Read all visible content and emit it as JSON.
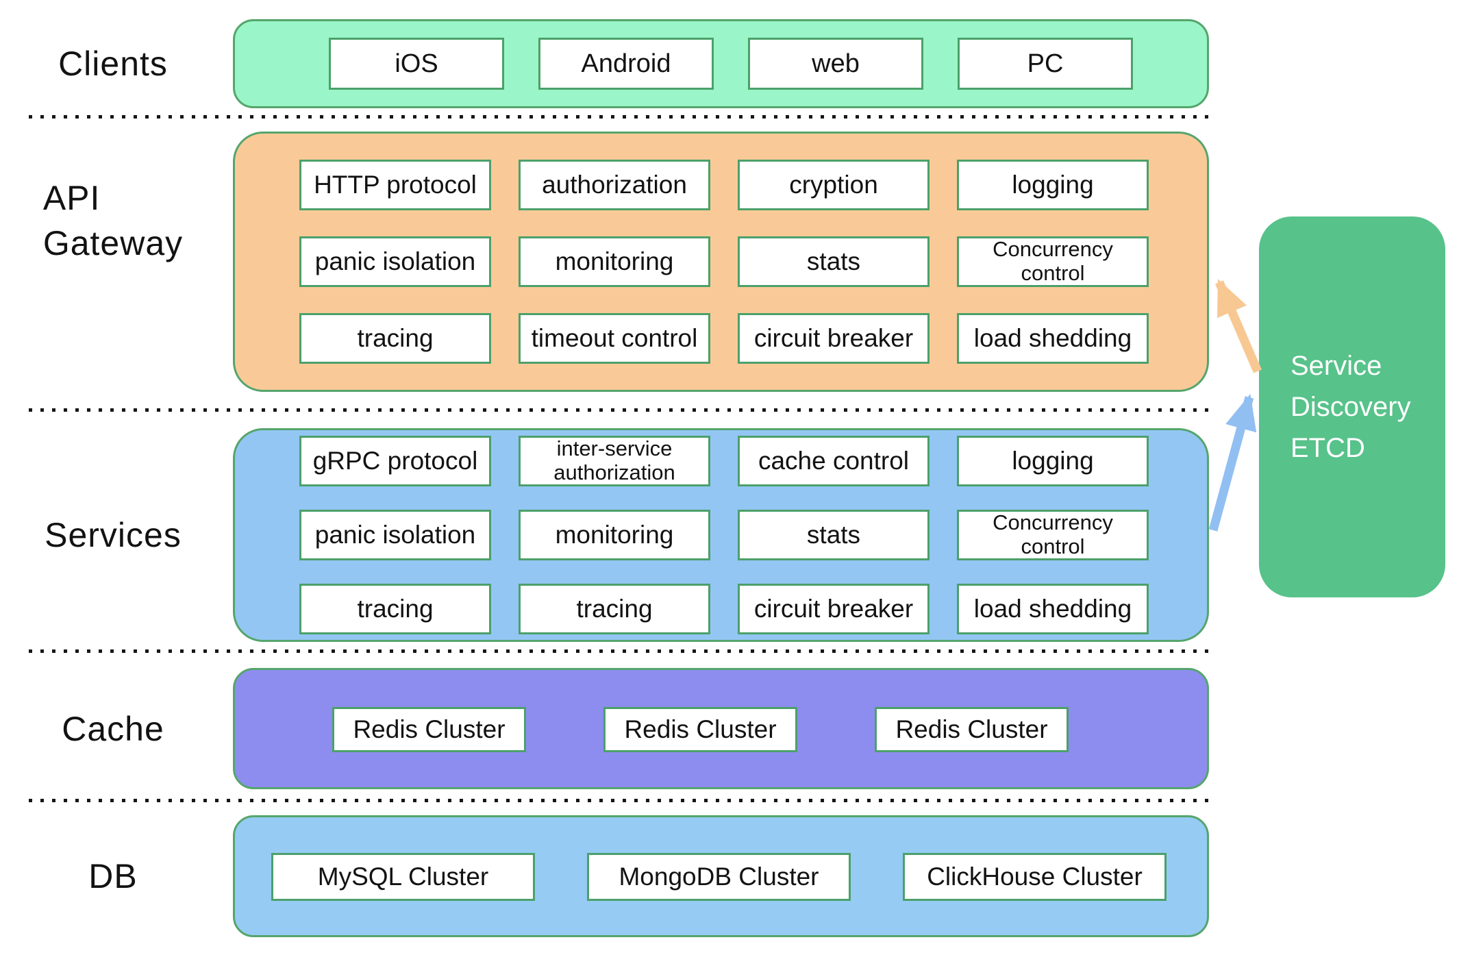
{
  "colors": {
    "clients_fill": "#9AF5C8",
    "api_fill": "#F9CA98",
    "services_fill": "#93C6F3",
    "cache_fill": "#8D8DEF",
    "db_fill": "#96CBF4",
    "etcd_fill": "#57C28A",
    "layer_border": "#55A56C",
    "module_border": "#4CA06A",
    "arrow_orange": "#F8C893",
    "arrow_blue": "#92BFF2"
  },
  "layers": {
    "clients": {
      "label": "Clients",
      "items": [
        "iOS",
        "Android",
        "web",
        "PC"
      ]
    },
    "api_gateway": {
      "label_lines": [
        "API",
        "Gateway"
      ],
      "rows": [
        [
          "HTTP protocol",
          "authorization",
          "cryption",
          "logging"
        ],
        [
          "panic isolation",
          "monitoring",
          "stats",
          "Concurrency\ncontrol"
        ],
        [
          "tracing",
          "timeout control",
          "circuit breaker",
          "load shedding"
        ]
      ]
    },
    "services": {
      "label": "Services",
      "rows": [
        [
          "gRPC protocol",
          "inter-service\nauthorization",
          "cache control",
          "logging"
        ],
        [
          "panic isolation",
          "monitoring",
          "stats",
          "Concurrency\ncontrol"
        ],
        [
          "tracing",
          "tracing",
          "circuit breaker",
          "load shedding"
        ]
      ]
    },
    "cache": {
      "label": "Cache",
      "items": [
        "Redis Cluster",
        "Redis Cluster",
        "Redis Cluster"
      ]
    },
    "db": {
      "label": "DB",
      "items": [
        "MySQL Cluster",
        "MongoDB Cluster",
        "ClickHouse Cluster"
      ]
    }
  },
  "service_discovery": {
    "lines": [
      "Service",
      "Discovery",
      "ETCD"
    ]
  }
}
